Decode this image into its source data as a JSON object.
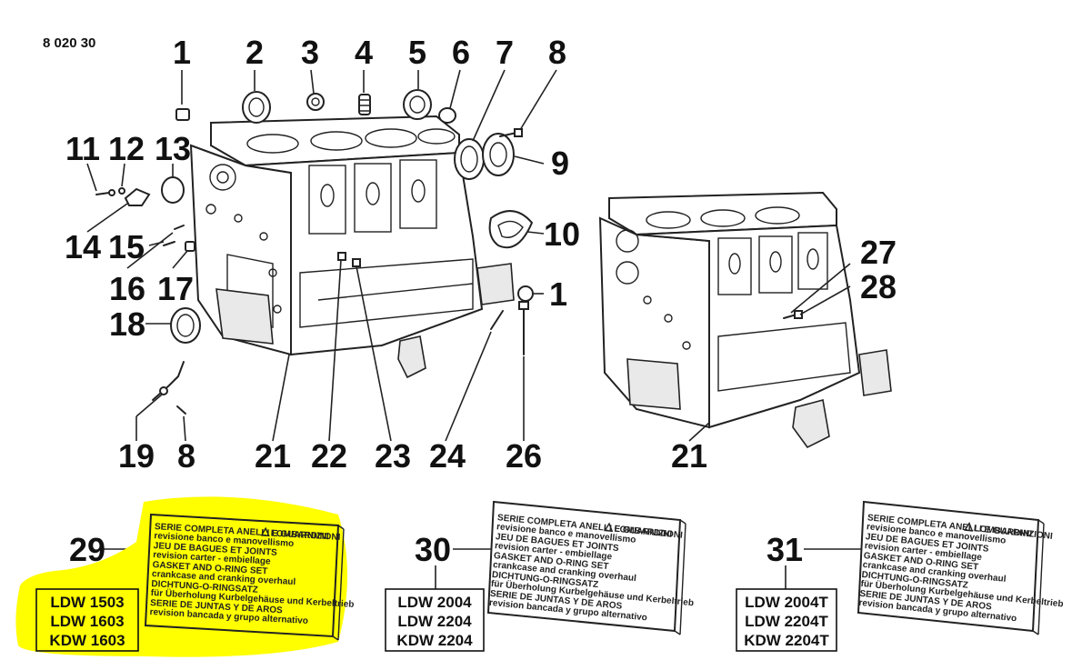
{
  "reference": "8 020 30",
  "callouts": {
    "c1a": "1",
    "c2": "2",
    "c3": "3",
    "c4": "4",
    "c5": "5",
    "c6": "6",
    "c7": "7",
    "c8a": "8",
    "c9": "9",
    "c10": "10",
    "c11": "11",
    "c12": "12",
    "c13": "13",
    "c14": "14",
    "c15": "15",
    "c16": "16",
    "c17": "17",
    "c18": "18",
    "c19": "19",
    "c8b": "8",
    "c21a": "21",
    "c22": "22",
    "c23": "23",
    "c24": "24",
    "c26": "26",
    "c1b": "1",
    "c27": "27",
    "c28": "28",
    "c21b": "21",
    "c29": "29",
    "c30": "30",
    "c31": "31"
  },
  "kit_label": {
    "brand": "LOMBARDINI",
    "lines": [
      "SERIE COMPLETA ANELLI E GUARNIZIONI",
      "revisione banco e manovellismo",
      "JEU DE BAGUES ET JOINTS",
      "revision carter - embiellage",
      "GASKET AND O-RING SET",
      "crankcase and cranking overhaul",
      "DICHTUNG-O-RINGSATZ",
      "für Überholung Kurbelgehäuse und Kerbeltrieb",
      "SERIE DE JUNTAS Y DE AROS",
      "revision bancada y grupo alternativo"
    ]
  },
  "kits": [
    {
      "number": "29",
      "models": [
        "LDW 1503",
        "LDW 1603",
        "KDW 1603"
      ],
      "highlight": "#ffff00"
    },
    {
      "number": "30",
      "models": [
        "LDW 2004",
        "LDW 2204",
        "KDW 2204"
      ]
    },
    {
      "number": "31",
      "models": [
        "LDW 2004T",
        "LDW 2204T",
        "KDW 2204T"
      ]
    }
  ]
}
